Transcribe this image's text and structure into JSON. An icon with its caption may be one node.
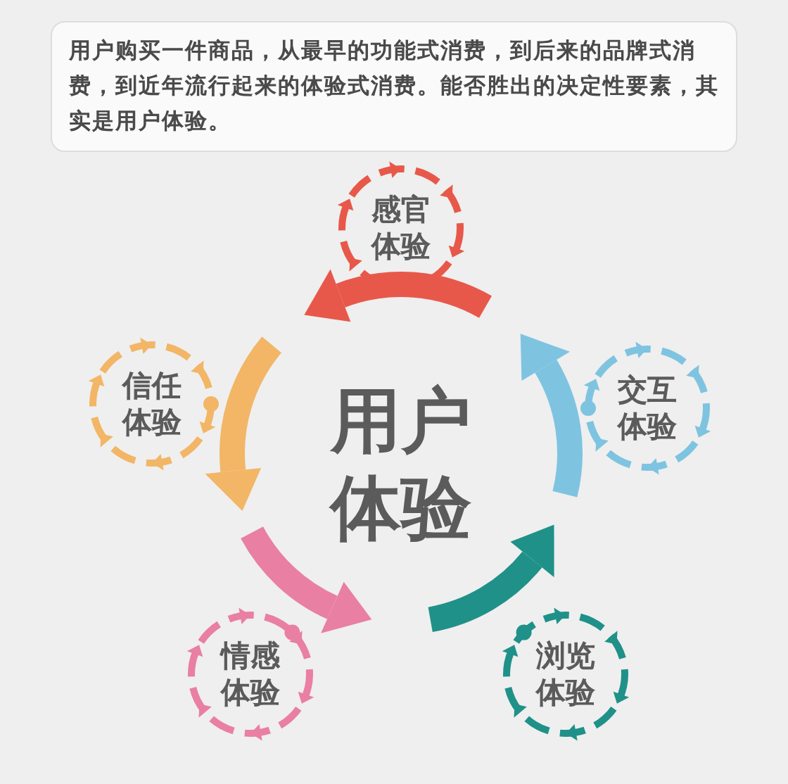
{
  "diagram": {
    "title": "用户购买一件商品，从最早的功能式消费，到后来的品牌式消费，到近年流行起来的体验式消费。能否胜出的决定性要素，其实是用户体验。",
    "nodes": [
      {
        "text": [
          "用户体验"
        ]
      },
      {
        "text": [
          "感官体验"
        ]
      },
      {
        "text": [
          "交互体验"
        ]
      },
      {
        "text": [
          "浏览体验"
        ]
      },
      {
        "text": [
          "情感体验"
        ]
      },
      {
        "text": [
          "信任体验"
        ]
      }
    ],
    "edges": []
  }
}
